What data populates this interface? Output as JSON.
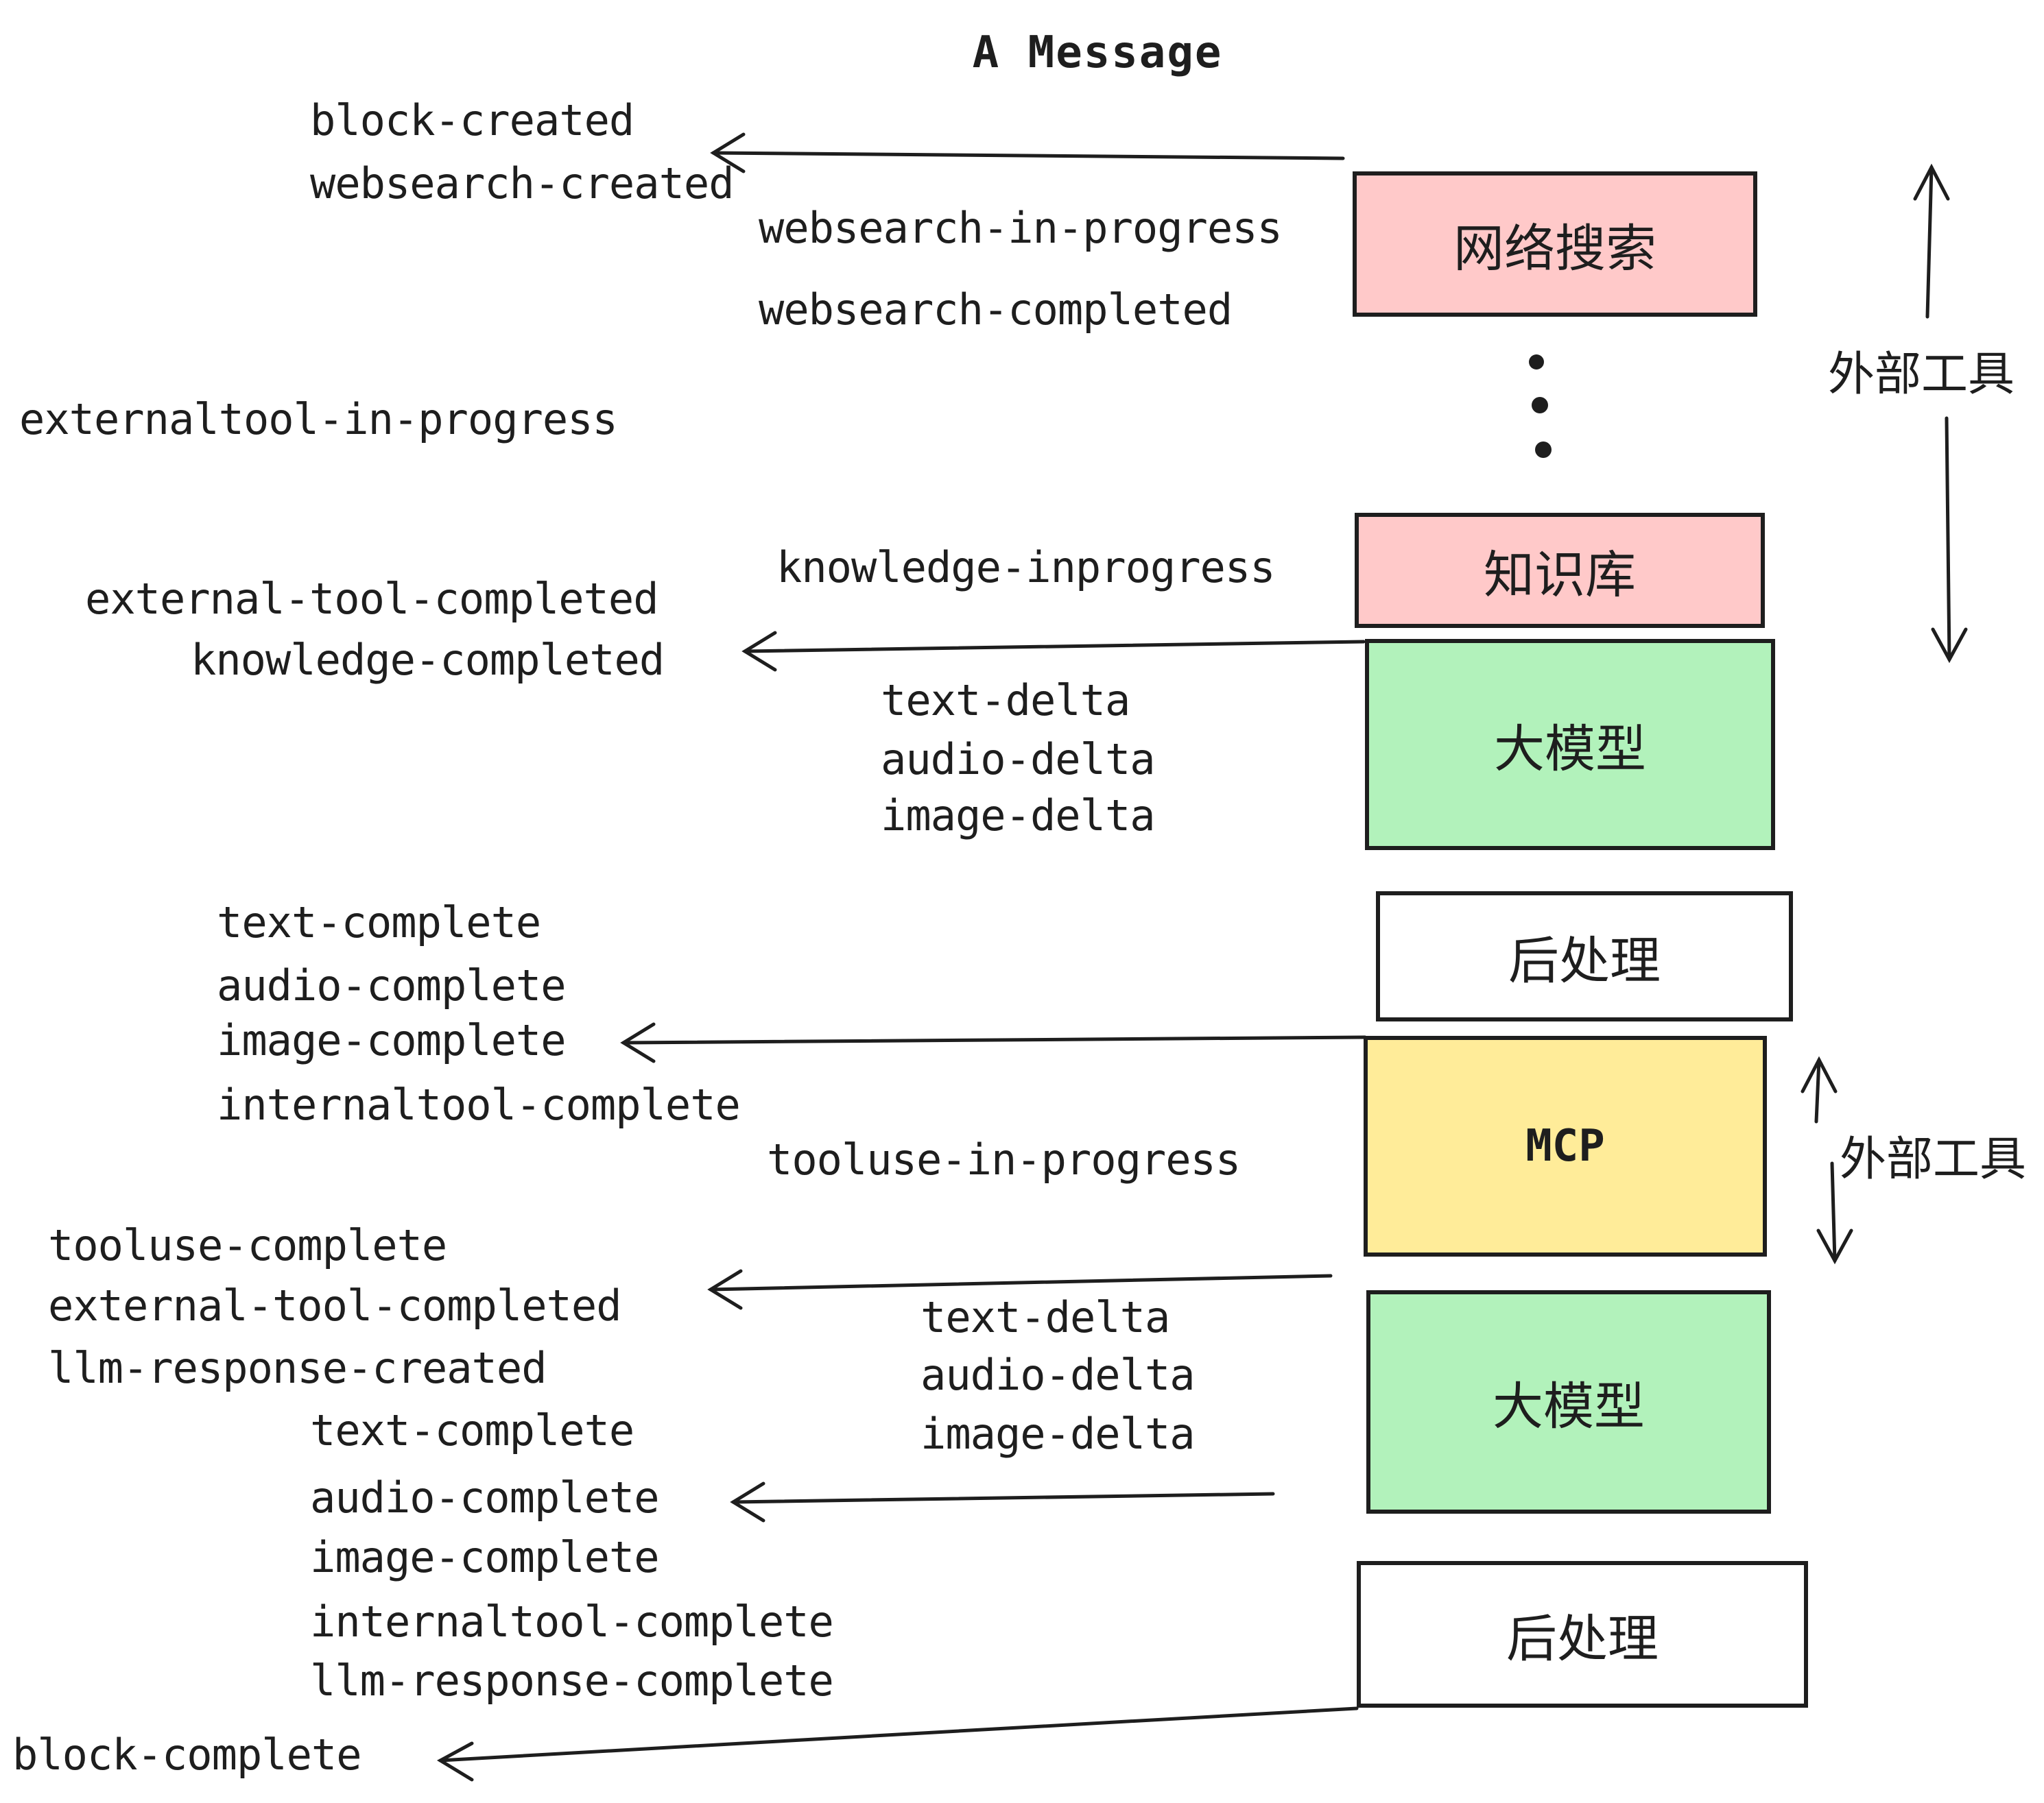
{
  "header": {
    "title": "A Message"
  },
  "colors": {
    "pink": "#FFC9C9",
    "green": "#B2F2BB",
    "yellow": "#FFEC99",
    "white": "#FFFFFF",
    "ink": "#1e1e1e",
    "background": "#ffffff"
  },
  "boxes": [
    {
      "id": "websearch",
      "label": "网络搜索"
    },
    {
      "id": "knowledge",
      "label": "知识库"
    },
    {
      "id": "llm-1",
      "label": "大模型"
    },
    {
      "id": "post-1",
      "label": "后处理"
    },
    {
      "id": "mcp",
      "label": "MCP"
    },
    {
      "id": "llm-2",
      "label": "大模型"
    },
    {
      "id": "post-2",
      "label": "后处理"
    }
  ],
  "side_annotations": {
    "external_tools_top": "外部工具",
    "external_tools_mcp": "外部工具"
  },
  "events": {
    "block_created": "block-created",
    "websearch_created": "websearch-created",
    "websearch_in_progress": "websearch-in-progress",
    "websearch_completed": "websearch-completed",
    "externaltool_in_progress": "externaltool-in-progress",
    "knowledge_inprogress": "knowledge-inprogress",
    "external_tool_completed": "external-tool-completed",
    "knowledge_completed": "knowledge-completed",
    "text_delta": "text-delta",
    "audio_delta": "audio-delta",
    "image_delta": "image-delta",
    "text_complete": "text-complete",
    "audio_complete": "audio-complete",
    "image_complete": "image-complete",
    "internaltool_complete": "internaltool-complete",
    "tooluse_in_progress": "tooluse-in-progress",
    "tooluse_complete": "tooluse-complete",
    "llm_response_created": "llm-response-created",
    "llm_response_complete": "llm-response-complete",
    "block_complete": "block-complete"
  }
}
